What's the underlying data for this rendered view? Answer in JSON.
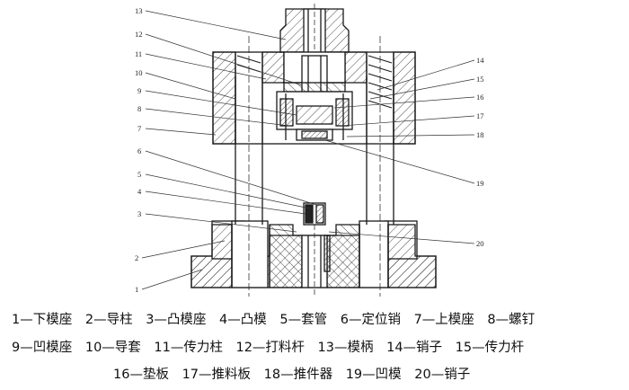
{
  "callouts": [
    "1",
    "2",
    "3",
    "4",
    "5",
    "6",
    "7",
    "8",
    "9",
    "10",
    "11",
    "12",
    "13",
    "14",
    "15",
    "16",
    "17",
    "18",
    "19",
    "20"
  ],
  "legend": {
    "lines": [
      [
        {
          "num": "1",
          "text": "1—下模座"
        },
        {
          "num": "2",
          "text": "2—导柱"
        },
        {
          "num": "3",
          "text": "3—凸模座"
        },
        {
          "num": "4",
          "text": "4—凸模"
        },
        {
          "num": "5",
          "text": "5—套管"
        },
        {
          "num": "6",
          "text": "6—定位销"
        },
        {
          "num": "7",
          "text": "7—上模座"
        },
        {
          "num": "8",
          "text": "8—螺钉"
        }
      ],
      [
        {
          "num": "9",
          "text": "9—凹模座"
        },
        {
          "num": "10",
          "text": "10—导套"
        },
        {
          "num": "11",
          "text": "11—传力柱"
        },
        {
          "num": "12",
          "text": "12—打料杆"
        },
        {
          "num": "13",
          "text": "13—模柄"
        },
        {
          "num": "14",
          "text": "14—销子"
        },
        {
          "num": "15",
          "text": "15—传力杆"
        }
      ],
      [
        {
          "num": "16",
          "text": "16—垫板"
        },
        {
          "num": "17",
          "text": "17—推料板"
        },
        {
          "num": "18",
          "text": "18—推件器"
        },
        {
          "num": "19",
          "text": "19—凹模"
        },
        {
          "num": "20",
          "text": "20—销子"
        }
      ]
    ]
  }
}
